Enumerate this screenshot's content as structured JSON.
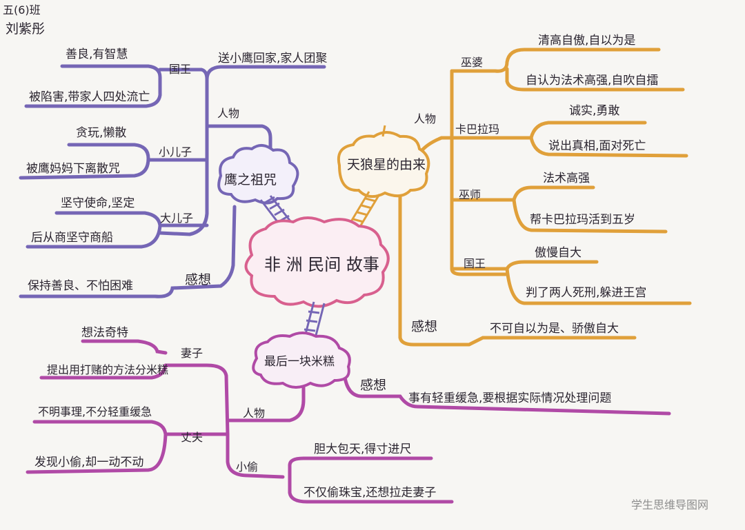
{
  "header": {
    "class": "五(6)班",
    "name": "刘紫彤"
  },
  "center": {
    "title": "非 洲 民间 故事"
  },
  "branches": [
    {
      "title": "鹰之祖咒",
      "color": "#7566b5",
      "characters_label": "人物",
      "leaves": [
        "送小鹰回家,家人团聚"
      ],
      "nodes": [
        {
          "label": "国王",
          "leaves": [
            "善良,有智慧",
            "被陷害,带家人四处流亡"
          ]
        },
        {
          "label": "小儿子",
          "leaves": [
            "贪玩,懒散",
            "被鹰妈妈下离散咒"
          ]
        },
        {
          "label": "大儿子",
          "leaves": [
            "坚守使命,坚定",
            "后从商坚守商船"
          ]
        }
      ],
      "thoughts_label": "感想",
      "thoughts": "保持善良、不怕困难"
    },
    {
      "title": "天狼星的由来",
      "color": "#e0a03a",
      "characters_label": "人物",
      "nodes": [
        {
          "label": "巫婆",
          "leaves": [
            "清高自傲,自以为是",
            "自认为法术高强,自吹自擂"
          ]
        },
        {
          "label": "卡巴拉玛",
          "leaves": [
            "诚实,勇敢",
            "说出真相,面对死亡"
          ]
        },
        {
          "label": "巫师",
          "leaves": [
            "法术高强",
            "帮卡巴拉玛活到五岁"
          ]
        },
        {
          "label": "国王",
          "leaves": [
            "傲慢自大",
            "判了两人死刑,躲进王宫"
          ]
        }
      ],
      "thoughts_label": "感想",
      "thoughts": "不可自以为是、骄傲自大"
    },
    {
      "title": "最后一块米糕",
      "color": "#b04aa6",
      "characters_label": "人物",
      "nodes": [
        {
          "label": "妻子",
          "leaves": [
            "想法奇特",
            "提出用打赌的方法分米糕"
          ]
        },
        {
          "label": "丈夫",
          "leaves": [
            "不明事理,不分轻重缓急",
            "发现小偷,却一动不动"
          ]
        },
        {
          "label": "小偷",
          "leaves": [
            "胆大包天,得寸进尺",
            "不仅偷珠宝,还想拉走妻子"
          ]
        }
      ],
      "thoughts_label": "感想",
      "thoughts": "事有轻重缓急,要根据实际情况处理问题"
    }
  ],
  "watermark": "学生思维导图网"
}
